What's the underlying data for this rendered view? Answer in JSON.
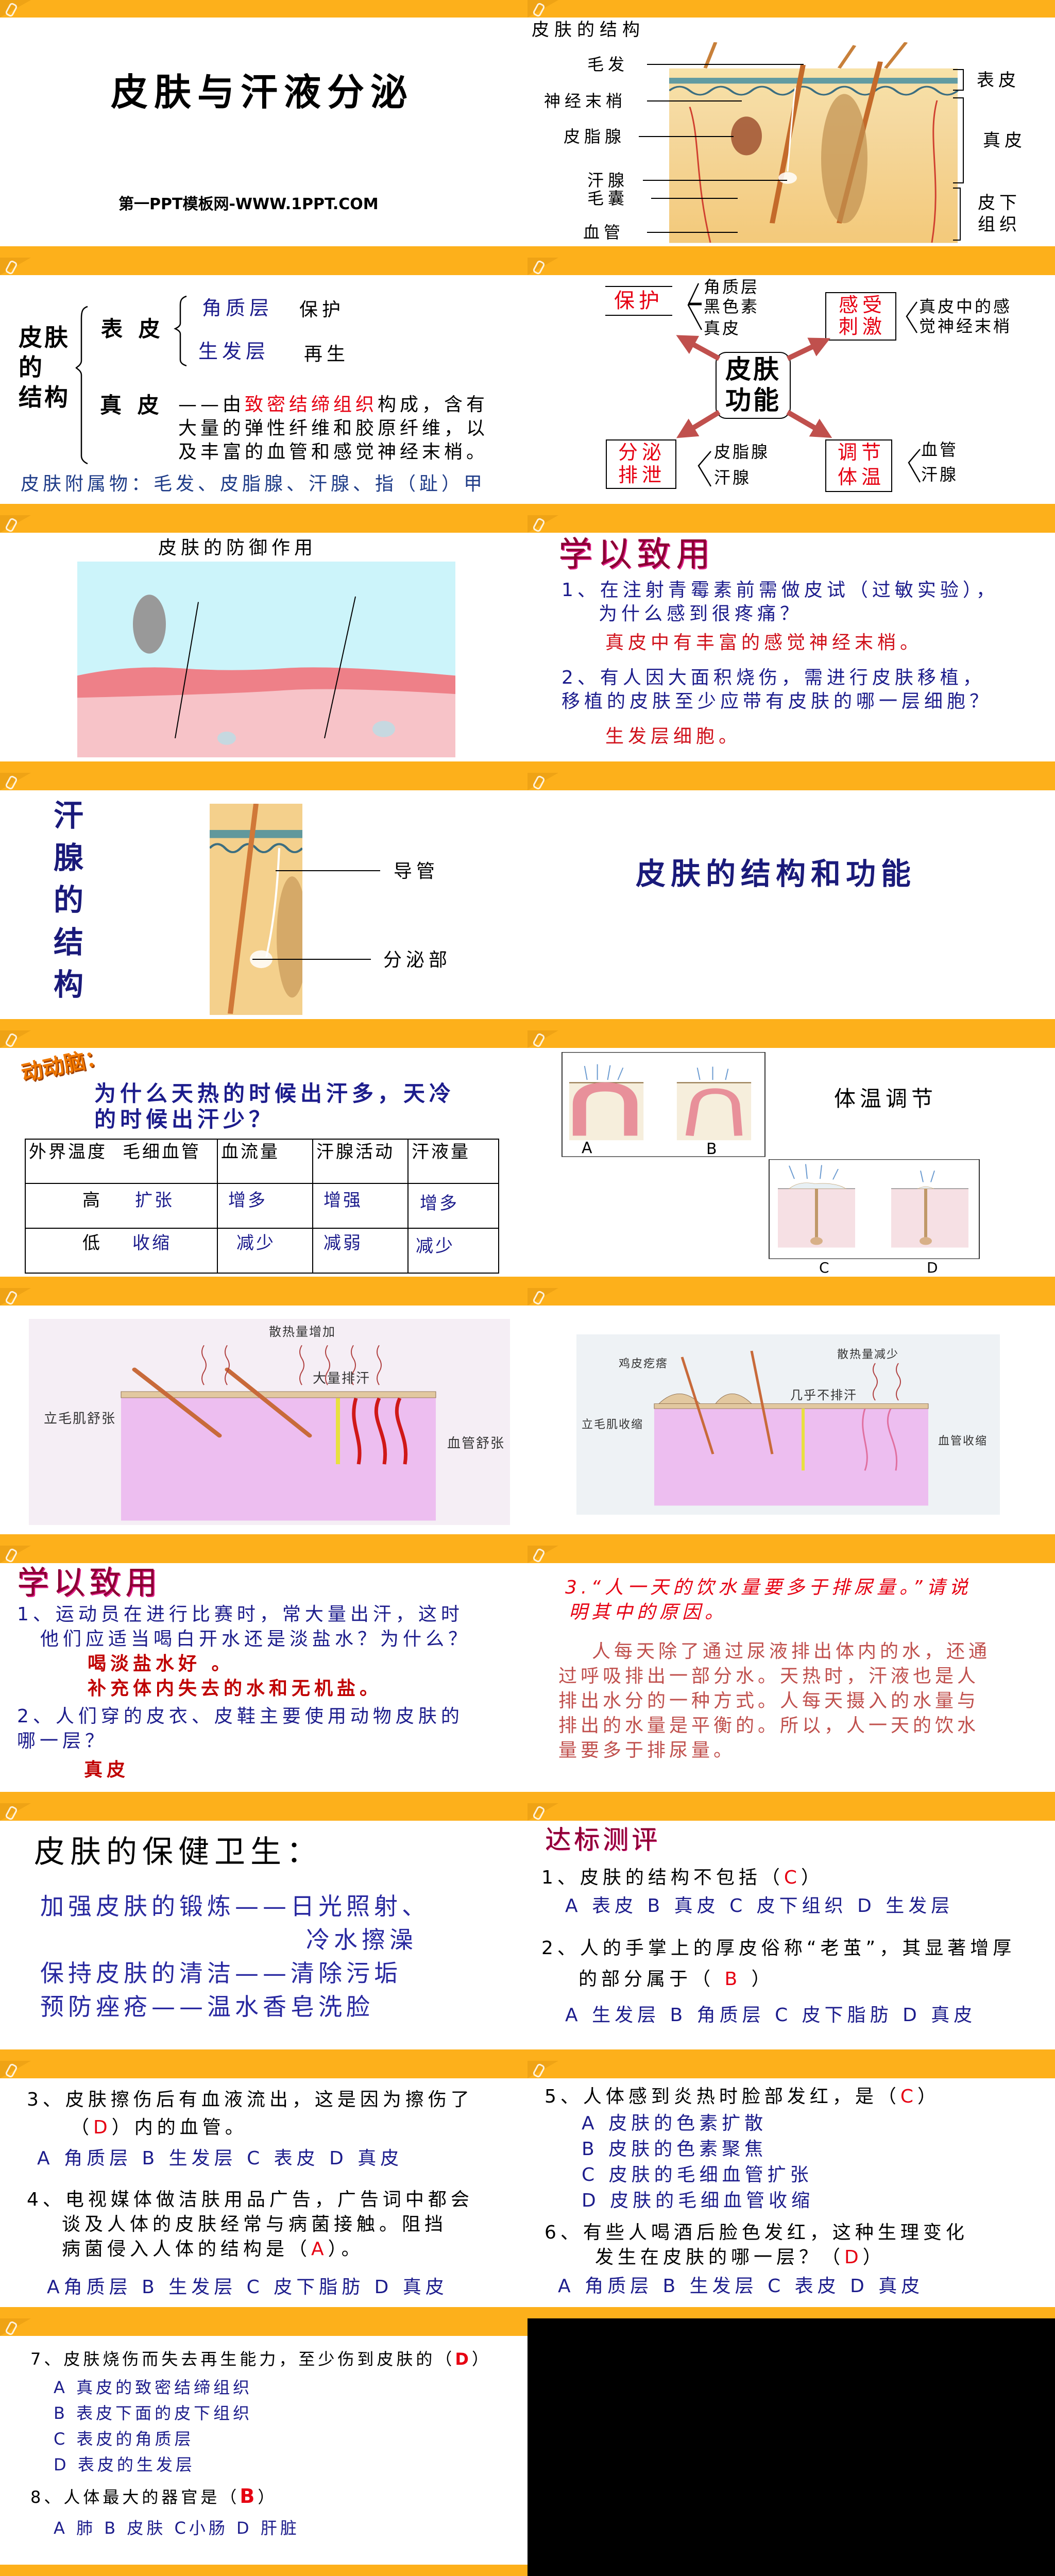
{
  "colors": {
    "header": "#FDB01B",
    "navy": "#1C1C8C",
    "red": "#E60012",
    "arrow": "#C0504D",
    "wordart": "#F07800",
    "paragraph": "#C0504D"
  },
  "icons": {
    "header": "paperclip-icon"
  },
  "s1": {
    "title": "皮肤与汗液分泌",
    "subtitle": "第一PPT模板网-WWW.1PPT.COM"
  },
  "s2": {
    "heading": "皮肤的结构",
    "left_labels": [
      "毛发",
      "神经末梢",
      "皮脂腺",
      "汗腺",
      "毛囊",
      "血管"
    ],
    "right_labels": [
      "表皮",
      "真皮",
      "皮下",
      "组织"
    ]
  },
  "s3": {
    "root": [
      "皮肤",
      "的",
      "结构"
    ],
    "epidermis": "表 皮",
    "layer1": "角质层",
    "layer1_fn": "保护",
    "layer2": "生发层",
    "layer2_fn": "再生",
    "dermis": "真 皮",
    "dermis_pre": "——由",
    "dermis_hl": "致密结缔组织",
    "dermis_post": "构成，含有",
    "dermis_line2": "大量的弹性纤维和胶原纤维，以",
    "dermis_line3": "及丰富的血管和感觉神经末梢。",
    "appendages": "皮肤附属物：毛发、皮脂腺、汗腺、指（趾）甲"
  },
  "s4": {
    "center": [
      "皮肤",
      "功能"
    ],
    "protect": "保护",
    "protect_items": [
      "角质层",
      "黑色素",
      "真皮"
    ],
    "sense": [
      "感受",
      "刺激"
    ],
    "sense_item": [
      "真皮中的感",
      "觉神经末梢"
    ],
    "secrete": [
      "分泌",
      "排泄"
    ],
    "secrete_items": [
      "皮脂腺",
      "汗腺"
    ],
    "regulate": [
      "调节",
      "体温"
    ],
    "regulate_items": [
      "血管",
      "汗腺"
    ]
  },
  "s5": {
    "caption": "皮肤的防御作用"
  },
  "s6": {
    "title": "学以致用",
    "q1": [
      "1、在注射青霉素前需做皮试（过敏实验），",
      "为什么感到很疼痛？"
    ],
    "a1": "真皮中有丰富的感觉神经末梢。",
    "q2": [
      "2、有人因大面积烧伤，需进行皮肤移植，",
      "移植的皮肤至少应带有皮肤的哪一层细胞？"
    ],
    "a2": "生发层细胞。"
  },
  "s7": {
    "title": [
      "汗",
      "腺",
      "的",
      "结",
      "构"
    ],
    "labels": [
      "导管",
      "分泌部"
    ]
  },
  "s8": {
    "title": "皮肤的结构和功能"
  },
  "s9": {
    "wordart": "动动脑：",
    "question": [
      "为什么天热的时候出汗多，天冷",
      "的时候出汗少？"
    ],
    "table": {
      "headers": [
        "外界温度",
        "毛细血管",
        "血流量",
        "汗腺活动",
        "汗液量"
      ],
      "rows": [
        [
          "高",
          "扩张",
          "增多",
          "增强",
          "增多"
        ],
        [
          "低",
          "收缩",
          "减少",
          "减弱",
          "减少"
        ]
      ]
    }
  },
  "s10": {
    "title": "体温调节",
    "labels": [
      "A",
      "B",
      "C",
      "D"
    ]
  },
  "s11": {
    "labels": [
      "散热量增加",
      "大量排汗",
      "立毛肌舒张",
      "血管舒张"
    ]
  },
  "s12": {
    "labels": [
      "鸡皮疙瘩",
      "散热量减少",
      "几乎不排汗",
      "立毛肌收缩",
      "血管收缩"
    ]
  },
  "s13": {
    "title": "学以致用",
    "q1": [
      "1、运动员在进行比赛时，常大量出汗，这时",
      "他们应适当喝白开水还是淡盐水？为什么？"
    ],
    "a1": [
      "喝淡盐水好 。",
      "补充体内失去的水和无机盐。"
    ],
    "q2": [
      "2、人们穿的皮衣、皮鞋主要使用动物皮肤的",
      "哪一层？"
    ],
    "a2": "真皮",
    "q3": [
      "3.“人一天的饮水量要多于排尿量。”请说",
      "明其中的原因。"
    ],
    "explain": [
      "人每天除了通过尿液排出体内的水，还通",
      "过呼吸排出一部分水。天热时，汗液也是人",
      "排出水分的一种方式。人每天摄入的水量与",
      "排出的水量是平衡的。所以，人一天的饮水",
      "量要多于排尿量。"
    ]
  },
  "s14": {
    "title": "皮肤的保健卫生：",
    "lines": [
      "加强皮肤的锻炼——日光照射、",
      "冷水擦澡",
      "保持皮肤的清洁——清除污垢",
      "预防痤疮——温水香皂洗脸"
    ]
  },
  "s15": {
    "title": "达标测评",
    "q1": {
      "pre": "1、皮肤的结构不包括（",
      "ans": "C",
      "post": "）",
      "options": "A 表皮   B 真皮   C 皮下组织    D 生发层"
    },
    "q2": {
      "line1": "2、人的手掌上的厚皮俗称“老茧”，其显著增厚",
      "pre": "的部分属于（  ",
      "ans": "B",
      "post": "  ）",
      "options": "A 生发层  B 角质层  C 皮下脂肪 D 真皮"
    }
  },
  "s16": {
    "q3": {
      "line1": "3、皮肤擦伤后有血液流出，这是因为擦伤了",
      "pre": "（",
      "ans": "D",
      "post": "）内的血管。",
      "options": "A 角质层  B 生发层   C 表皮  D 真皮"
    },
    "q4": {
      "lines": [
        "4、电视媒体做洁肤用品广告，广告词中都会",
        "谈及人体的皮肤经常与病菌接触。阻挡"
      ],
      "pre": "病菌侵入人体的结构是（",
      "ans": "A",
      "post": "）。",
      "options": "A角质层  B 生发层  C 皮下脂肪  D 真皮"
    }
  },
  "s17": {
    "q5": {
      "pre": "5、人体感到炎热时脸部发红，是（",
      "ans": "C",
      "post": "）",
      "options": [
        "A 皮肤的色素扩散",
        "B 皮肤的色素聚焦",
        "C 皮肤的毛细血管扩张",
        "D 皮肤的毛细血管收缩"
      ]
    },
    "q6": {
      "line1": "6、有些人喝酒后脸色发红，这种生理变化",
      "pre": "发生在皮肤的哪一层？（",
      "ans": "D",
      "post": "）",
      "options": "A 角质层  B 生发层   C 表皮  D 真皮"
    }
  },
  "s18": {
    "q7": {
      "pre": "7、皮肤烧伤而失去再生能力，至少伤到皮肤的（",
      "ans": "D",
      "post": "）",
      "options": [
        "A 真皮的致密结缔组织",
        "B 表皮下面的皮下组织",
        "C 表皮的角质层",
        "D 表皮的生发层"
      ]
    },
    "q8": {
      "pre": "8、人体最大的器官是（",
      "ans": "B",
      "post": "）",
      "options": "A 肺   B 皮肤   C小肠   D 肝脏"
    }
  }
}
